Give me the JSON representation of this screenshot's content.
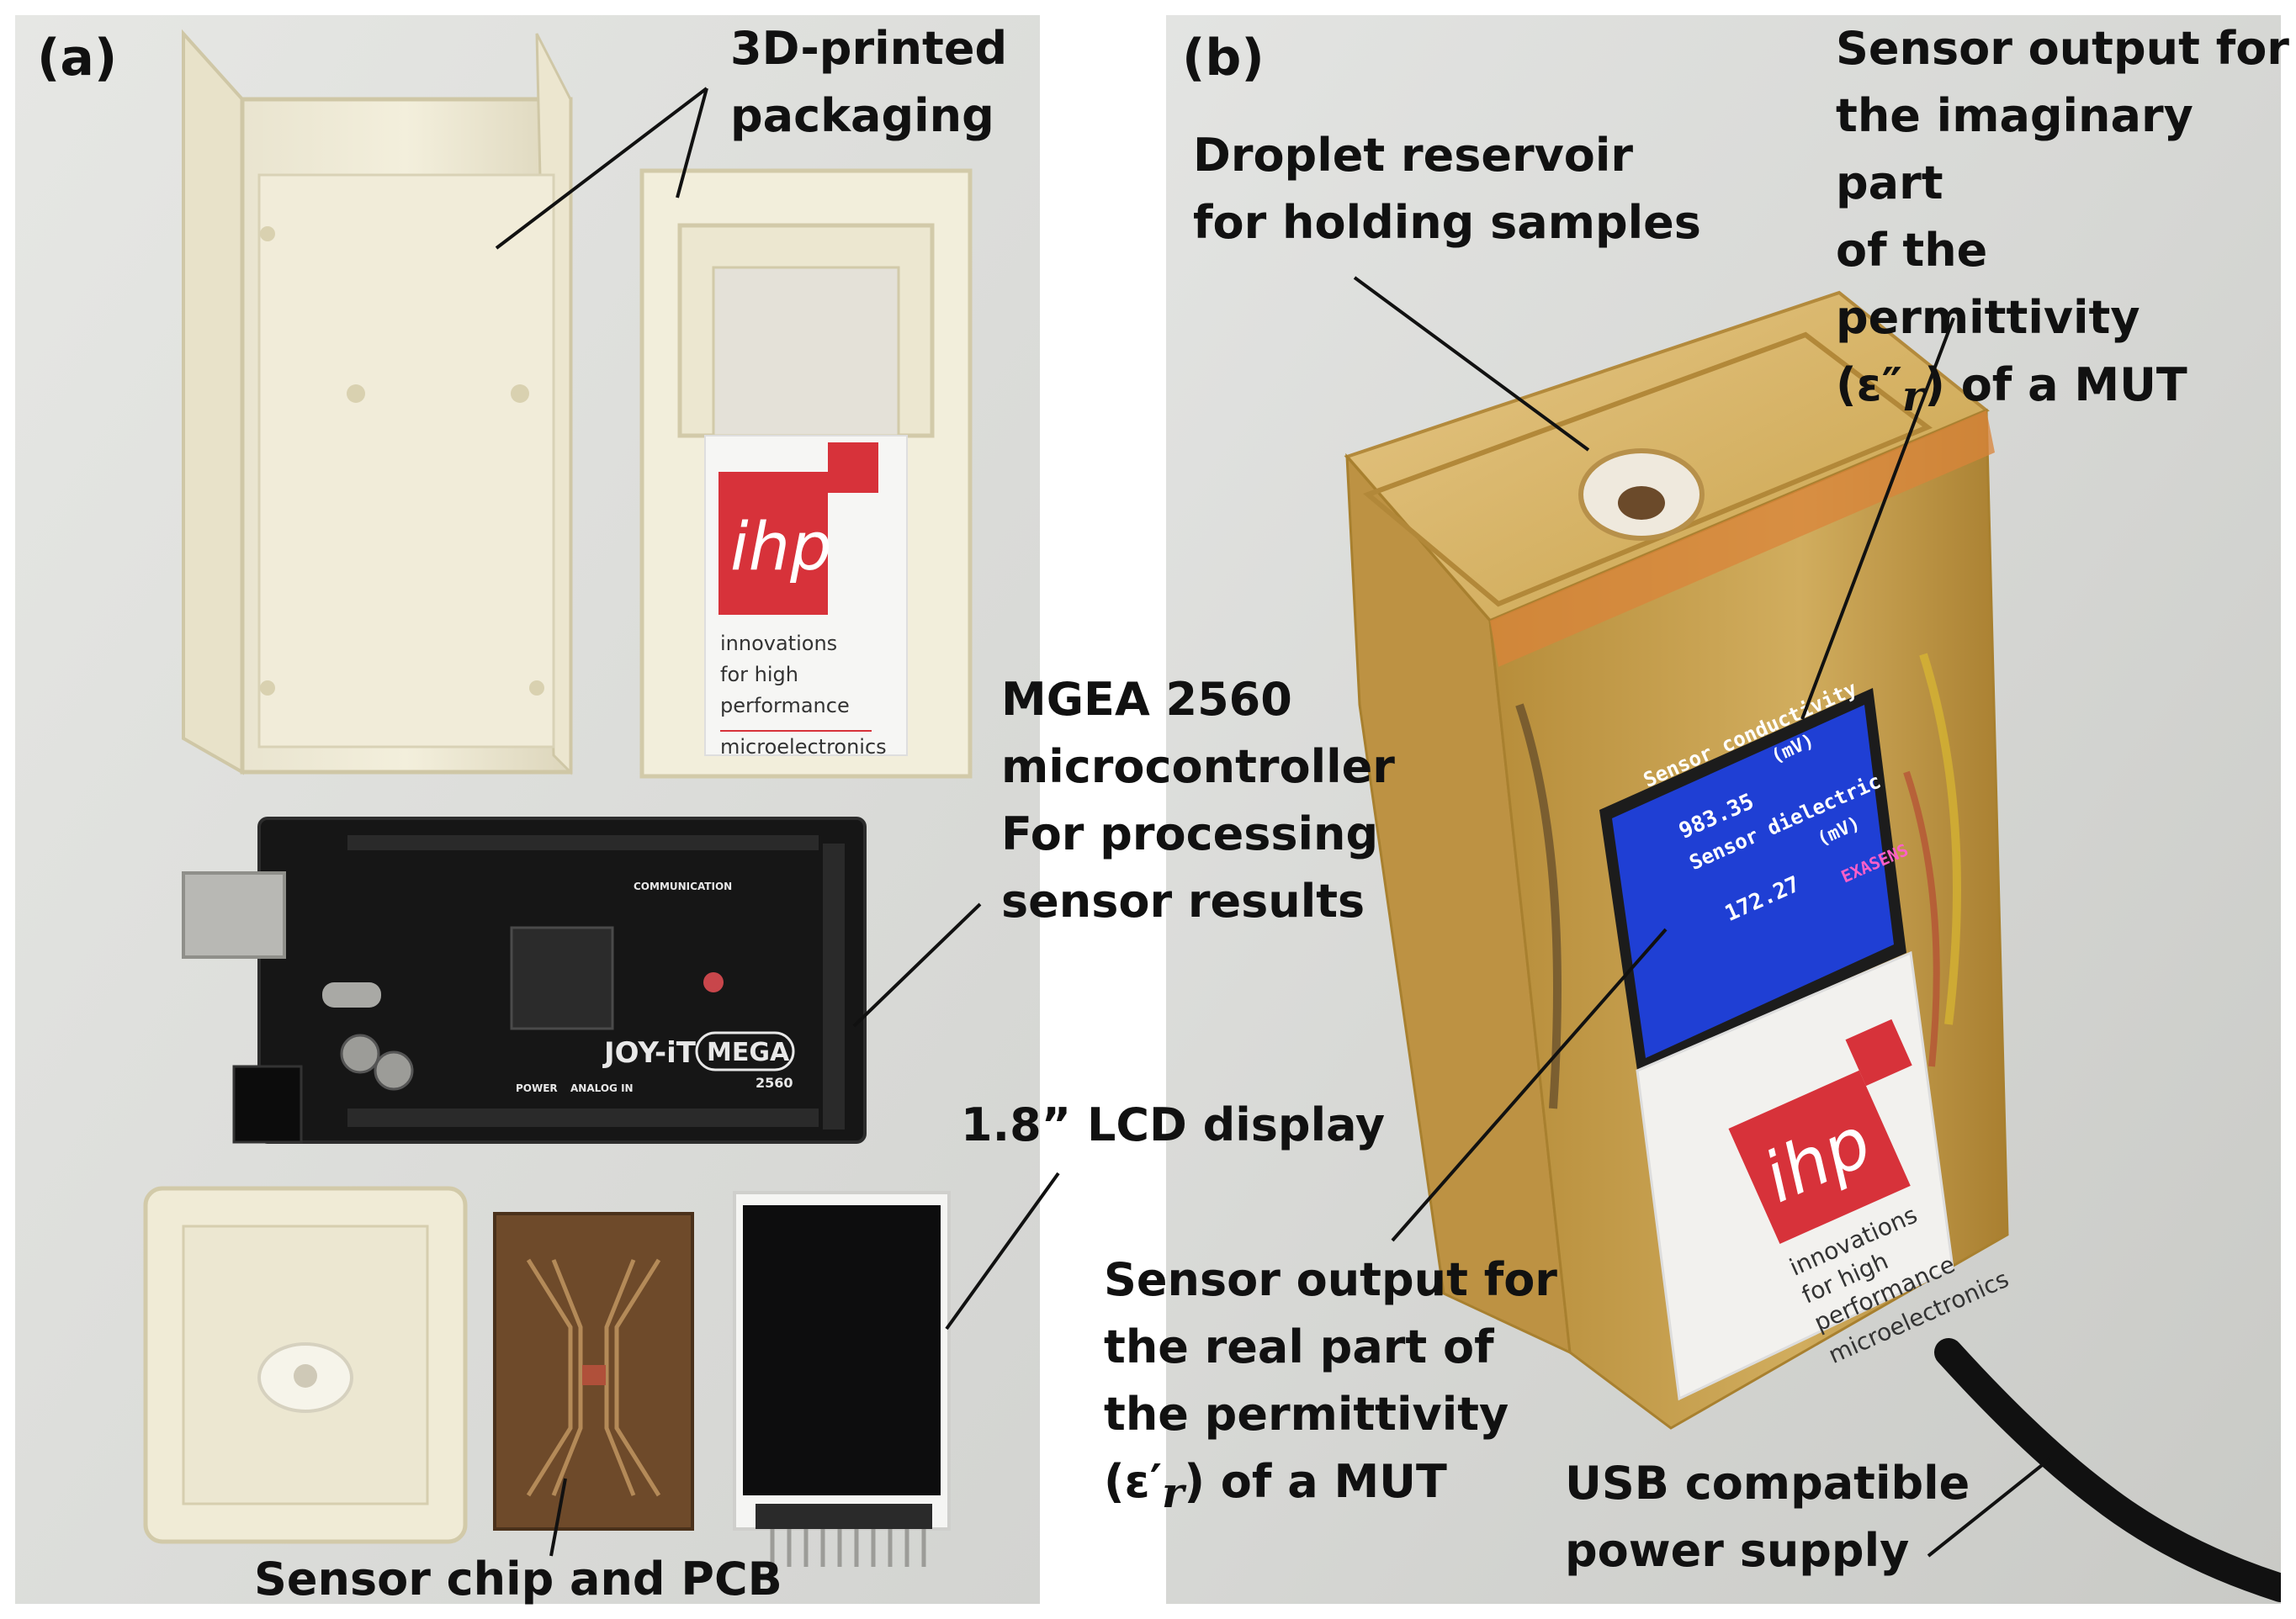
{
  "panels": {
    "a": {
      "label": "(a)"
    },
    "b": {
      "label": "(b)"
    }
  },
  "labels_a": {
    "packaging": "3D-printed\npackaging",
    "microcontroller": "MGEA 2560\nmicrocontroller\nFor processing\nsensor results",
    "lcd": "1.8” LCD display",
    "sensor_chip": "Sensor chip and PCB"
  },
  "labels_b": {
    "droplet": "Droplet reservoir\nfor holding samples",
    "imag_line1": "Sensor output for",
    "imag_line2": "the imaginary part",
    "imag_line3": "of the permittivity",
    "imag_line4_pre": "(ε″",
    "imag_line4_sub": "r",
    "imag_line4_post": ") of a MUT",
    "real_line1": "Sensor output for",
    "real_line2": "the real part of",
    "real_line3": "the permittivity",
    "real_line4_pre": "(ε′",
    "real_line4_sub": "r",
    "real_line4_post": ") of a MUT",
    "usb": "USB compatible\npower supply"
  },
  "lcd_screen": {
    "line1": "Sensor conductivity",
    "line2": "(mV)",
    "value1": "983.35",
    "line3": "Sensor dielectric",
    "line4": "(mV)",
    "value2": "172.27",
    "brand": "EXASENS"
  },
  "logo": {
    "mark": "ihp",
    "tag1": "innovations",
    "tag2": "for high",
    "tag3": "performance",
    "tag4": "microelectronics"
  },
  "board": {
    "brand": "JOY-iT",
    "model": "MEGA",
    "number": "2560",
    "comm": "COMMUNICATION",
    "power": "POWER",
    "analog": "ANALOG IN"
  },
  "colors": {
    "logo_red": "#d7323a",
    "lcd_blue": "#1f3fd4",
    "enclosure_amber": "#c9a24a",
    "board_black": "#1a1a1a"
  }
}
